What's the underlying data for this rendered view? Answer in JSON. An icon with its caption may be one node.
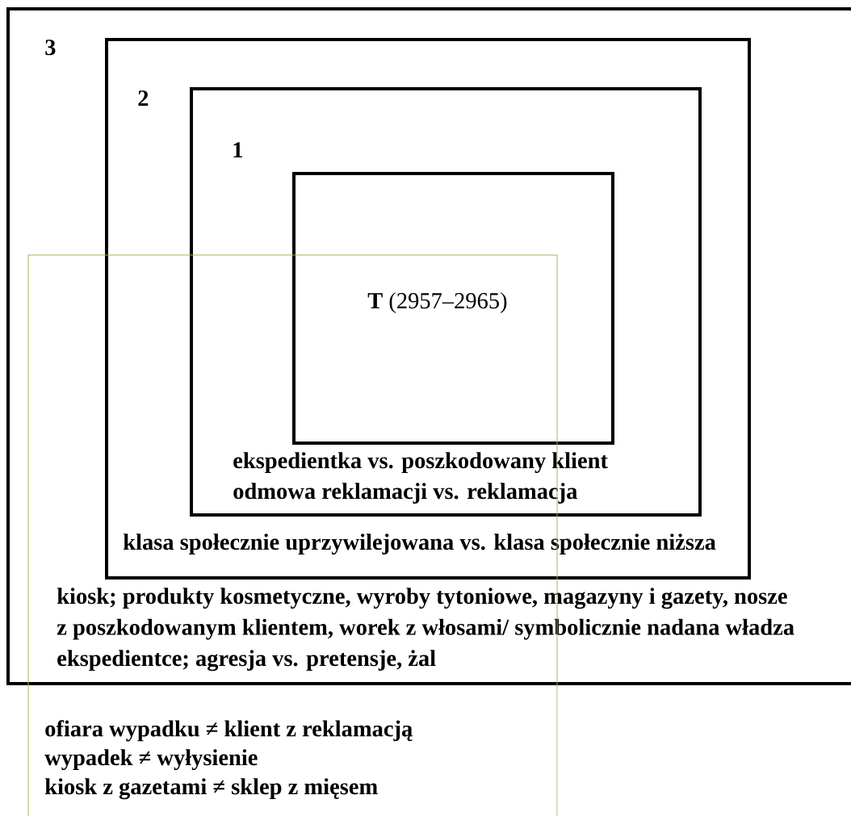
{
  "diagram": {
    "nodes": [
      {
        "text": [
          "3",
          "kiosk; produkty kosmetyczne, wyroby tytoniowe, magazyny i gazety, nosze z poszkodowanym klientem, worek z włosami/ symbolicznie nadana władza ekspedientce; agresja vs. pretensje, żal"
        ]
      },
      {
        "text": [
          "2",
          "klasa społecznie uprzywilejowana vs. klasa społecznie niższa"
        ],
        "in": 0
      },
      {
        "text": [
          "1",
          "ekspedientka vs. poszkodowany klient",
          "odmowa reklamacji vs. reklamacja"
        ],
        "in": 1
      },
      {
        "text": [
          "**T** (2957–2965)"
        ],
        "in": 2
      },
      {
        "text": [
          "ofiara wypadku ≠ klient z reklamacją",
          "wypadek ≠ wyłysienie",
          "kiosk z gazetami ≠ sklep z mięsem"
        ]
      }
    ]
  }
}
